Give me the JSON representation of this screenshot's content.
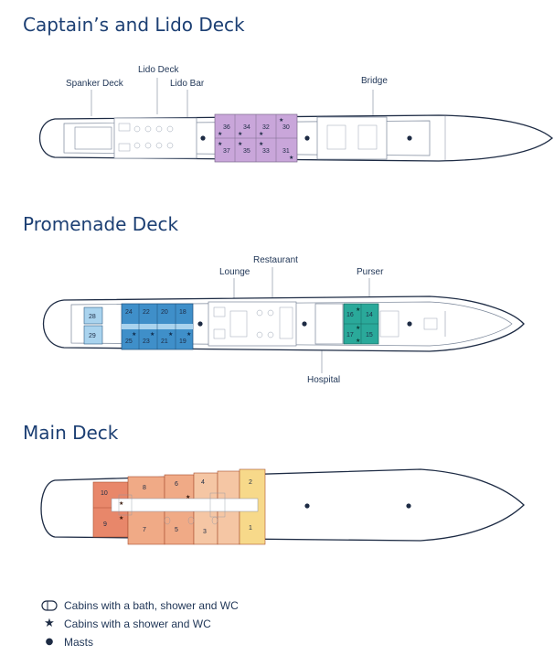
{
  "decks": [
    {
      "title": "Captain’s and Lido Deck",
      "labels": {
        "spanker_deck": "Spanker Deck",
        "lido_deck": "Lido Deck",
        "lido_bar": "Lido Bar",
        "bridge": "Bridge"
      },
      "cabin_color": "#c9a6da",
      "cabin_dark": "#b48cc9",
      "cabins_top": [
        "36",
        "34",
        "32",
        "30"
      ],
      "cabins_bottom": [
        "37",
        "35",
        "33",
        "31"
      ]
    },
    {
      "title": "Promenade Deck",
      "labels": {
        "restaurant": "Restaurant",
        "lounge": "Lounge",
        "purser": "Purser",
        "hospital": "Hospital"
      },
      "cabin_color_light": "#a9d3ee",
      "cabin_color": "#3f8fc9",
      "cabin_color_teal": "#2aa99a",
      "cabins_aft": [
        "28",
        "29"
      ],
      "cabins_top": [
        "24",
        "22",
        "20",
        "18"
      ],
      "cabins_bottom": [
        "25",
        "23",
        "21",
        "19"
      ],
      "cabins_fwd_top": [
        "16",
        "14"
      ],
      "cabins_fwd_bottom": [
        "17",
        "15"
      ]
    },
    {
      "title": "Main Deck",
      "cabin_colors": [
        "#e8876a",
        "#f0aa86",
        "#f5c6a4",
        "#f7d98a"
      ],
      "cabins_top": [
        "10",
        "8",
        "6",
        "4",
        "2"
      ],
      "cabins_bottom": [
        "9",
        "7",
        "5",
        "3",
        "1"
      ]
    }
  ],
  "legend": [
    {
      "icon": "bath-icon",
      "text": "Cabins with a bath, shower and WC"
    },
    {
      "icon": "star-icon",
      "symbol": "★",
      "text": "Cabins with a shower and WC"
    },
    {
      "icon": "mast-icon",
      "symbol": "●",
      "text": "Masts"
    }
  ]
}
